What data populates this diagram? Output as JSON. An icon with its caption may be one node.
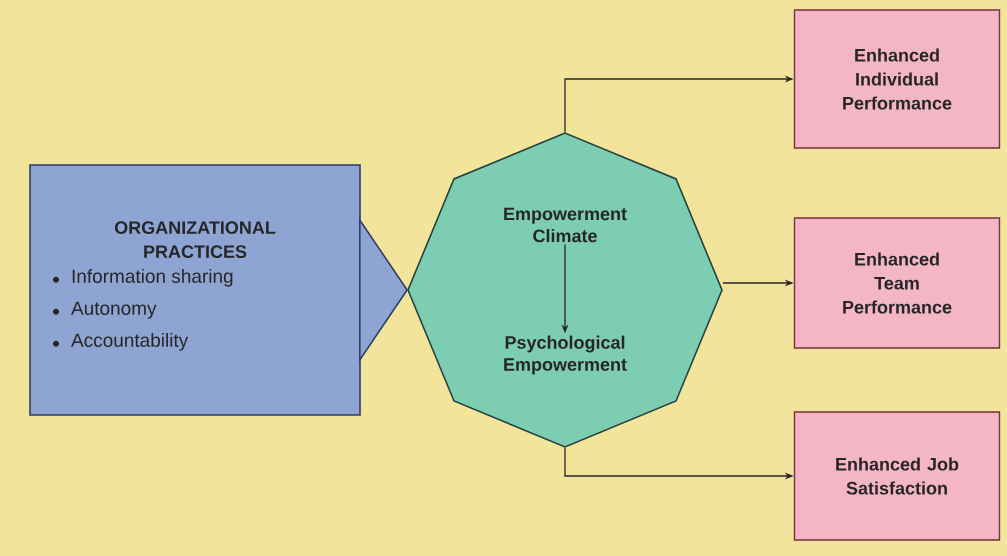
{
  "diagram": {
    "nodes": [
      {
        "text": [
          "ORGANIZATIONAL PRACTICES",
          "Information sharing",
          "Autonomy",
          "Accountability"
        ]
      },
      {
        "text": [],
        "shape": "octagon"
      },
      {
        "text": [
          "Empowerment Climate"
        ],
        "in": 1
      },
      {
        "text": [
          "Psychological Empowerment"
        ],
        "in": 1
      },
      {
        "text": [
          "Enhanced Individual Performance"
        ]
      },
      {
        "text": [
          "Enhanced Team Performance"
        ]
      },
      {
        "text": [
          "Enhanced Job Satisfaction"
        ]
      }
    ],
    "edges": [
      {
        "from": 0,
        "to": 1,
        "arrow": "to",
        "style": "thick"
      },
      {
        "from": 2,
        "to": 3,
        "arrow": "to"
      },
      {
        "from": 1,
        "to": 4,
        "arrow": "to"
      },
      {
        "from": 1,
        "to": 5,
        "arrow": "to"
      },
      {
        "from": 1,
        "to": 6,
        "arrow": "to"
      }
    ]
  }
}
